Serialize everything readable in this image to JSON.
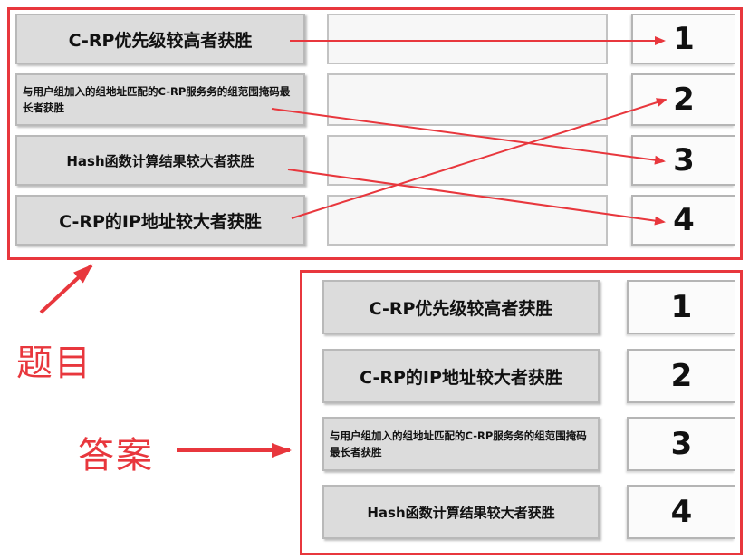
{
  "question": {
    "items": [
      "C-RP优先级较高者获胜",
      "与用户组加入的组地址匹配的C-RP服务务的组范围掩码最长者获胜",
      "Hash函数计算结果较大者获胜",
      "C-RP的IP地址较大者获胜"
    ],
    "numbers": [
      "1",
      "2",
      "3",
      "4"
    ]
  },
  "answer": {
    "items": [
      "C-RP优先级较高者获胜",
      "C-RP的IP地址较大者获胜",
      "与用户组加入的组地址匹配的C-RP服务务的组范围掩码最长者获胜",
      "Hash函数计算结果较大者获胜"
    ],
    "numbers": [
      "1",
      "2",
      "3",
      "4"
    ]
  },
  "labels": {
    "question": "题目",
    "answer": "答案"
  },
  "colors": {
    "accent": "#e8373d"
  }
}
